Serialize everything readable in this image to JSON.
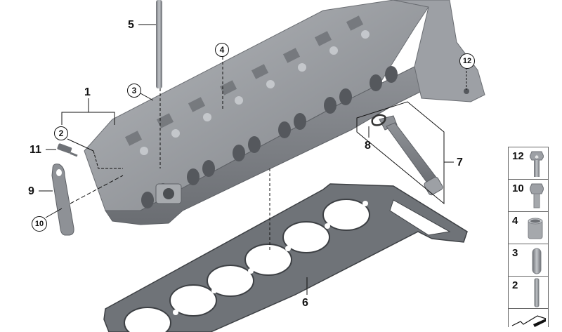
{
  "diagram": {
    "title": "Cylinder head exploded parts diagram",
    "callouts": [
      {
        "id": "1",
        "label": "1",
        "style": "plain",
        "part": "cylinder-head"
      },
      {
        "id": "2",
        "label": "2",
        "style": "circled",
        "part": "dowel-stud"
      },
      {
        "id": "3",
        "label": "3",
        "style": "circled",
        "part": "dowel-pin"
      },
      {
        "id": "4",
        "label": "4",
        "style": "circled",
        "part": "dowel-sleeve"
      },
      {
        "id": "5",
        "label": "5",
        "style": "plain",
        "part": "stud-bolt"
      },
      {
        "id": "6",
        "label": "6",
        "style": "plain",
        "part": "cylinder-head-gasket"
      },
      {
        "id": "7",
        "label": "7",
        "style": "plain",
        "part": "coolant-pipe-assembly"
      },
      {
        "id": "8",
        "label": "8",
        "style": "plain",
        "part": "gasket-ring"
      },
      {
        "id": "9",
        "label": "9",
        "style": "plain",
        "part": "lifting-bracket"
      },
      {
        "id": "10",
        "label": "10",
        "style": "circled",
        "part": "hex-bolt"
      },
      {
        "id": "11",
        "label": "11",
        "style": "plain",
        "part": "temperature-sensor"
      },
      {
        "id": "12",
        "label": "12",
        "style": "circled",
        "part": "torx-bolt"
      }
    ],
    "legend": [
      {
        "number": "12",
        "icon": "torx-flange-bolt-icon"
      },
      {
        "number": "10",
        "icon": "hex-flange-bolt-icon"
      },
      {
        "number": "4",
        "icon": "sleeve-icon"
      },
      {
        "number": "3",
        "icon": "pin-icon"
      },
      {
        "number": "2",
        "icon": "stud-icon"
      },
      {
        "number": "",
        "icon": "gasket-symbol-icon"
      }
    ],
    "colors": {
      "metal": "#8c8f94",
      "metal_dark": "#5d6065",
      "metal_light": "#b9bcc0",
      "gasket": "#6f7378",
      "line": "#111111",
      "background": "#ffffff"
    }
  }
}
